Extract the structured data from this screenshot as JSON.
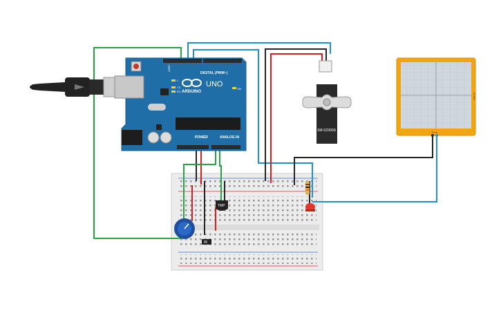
{
  "colors": {
    "board": "#1f6ea7",
    "board_dark": "#155a8c",
    "header": "#2b2b2b",
    "breadboard": "#e9e9e9",
    "breadboard_rail_red": "#d7263d",
    "breadboard_rail_blue": "#2f6fd6",
    "wire_green": "#25a244",
    "wire_blue": "#1f8fd1",
    "wire_red": "#d62020",
    "wire_black": "#222222",
    "scope_frame": "#f2a514",
    "scope_screen": "#cfd6dc",
    "led_red": "#e03a2f",
    "pot_blue": "#2a69c5"
  },
  "arduino": {
    "brand_label": "ARDUINO",
    "model_label": "UNO",
    "digital_label": "DIGITAL (PWM~)",
    "power_label": "POWER",
    "analog_label": "ANALOG IN",
    "aref_label": "AREF",
    "on_label": "ON",
    "tx_label": "TX",
    "rx_label": "RX",
    "l_label": "L"
  },
  "servo": {
    "model_label": "SM-S2309S"
  },
  "temp_sensor": {
    "label": "TMP"
  },
  "oscilloscope": {
    "side_label": "5V/div",
    "probe_label": "T+ve"
  },
  "icons": {
    "usb": "usb-cable-icon",
    "logo": "arduino-infinity-icon"
  }
}
